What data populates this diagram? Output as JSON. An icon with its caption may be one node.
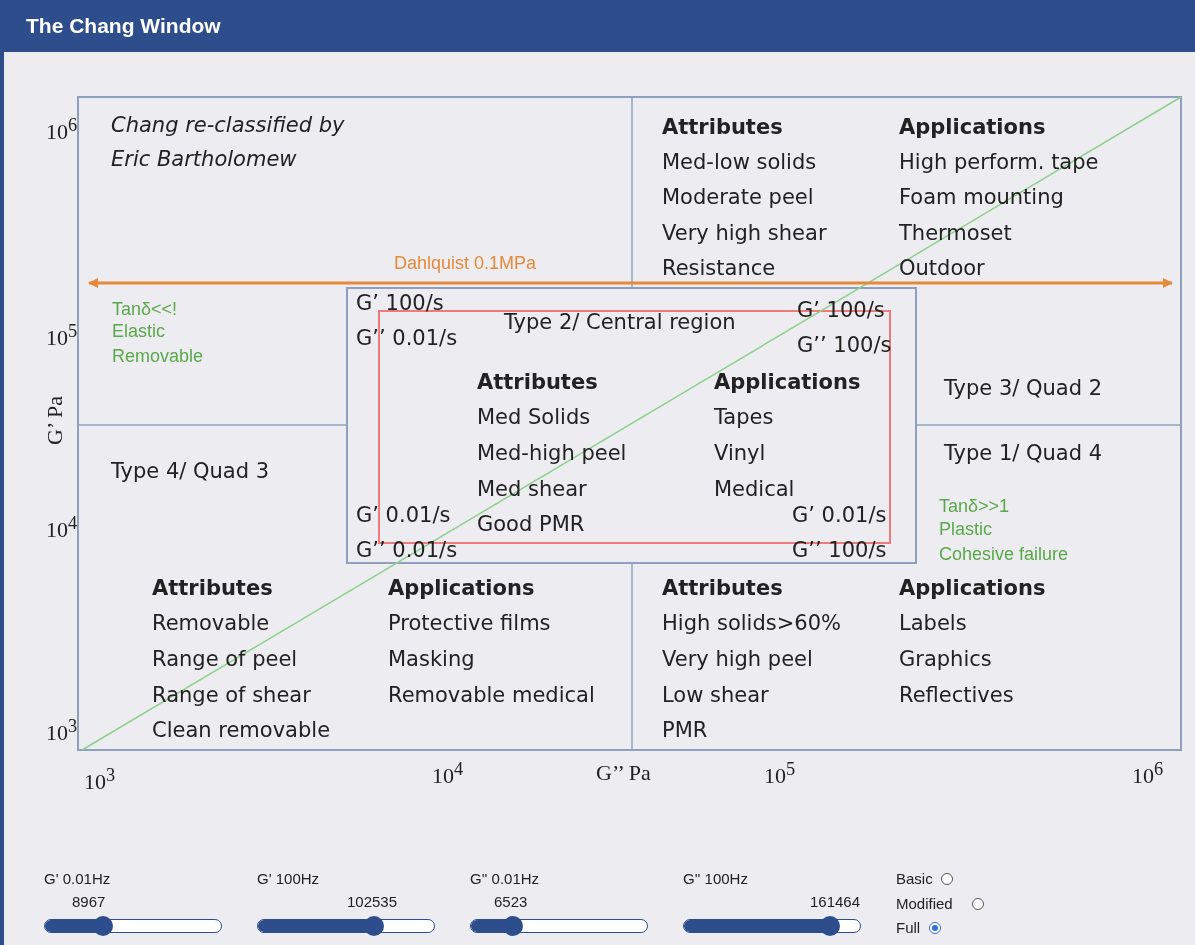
{
  "diagram": {
    "title": "The Chang Window",
    "labels": [
      "10$^{6}$",
      "10$^{5}$",
      "G’ Pa",
      "10$^{4}$",
      "10$^{3}$",
      "Chang re-classified by Eric Bartholomew",
      "Attributes",
      "Med-low solids",
      "Moderate peel",
      "Very high shear",
      "Resistance",
      "Applications",
      "High perform. tape",
      "Foam mounting",
      "Thermoset",
      "Outdoor",
      "Dahlquist 0.1MPa",
      "Tanδ<<!",
      "Elastic",
      "Removable",
      "G’ 100/s",
      "G’’ 0.01/s",
      "Type 2/ Central region",
      "G’ 100/s",
      "G’’ 100/s",
      "Attributes",
      "Med Solids",
      "Med-high peel",
      "Med shear",
      "Good PMR",
      "Applications",
      "Tapes",
      "Vinyl",
      "Medical",
      "Type 3/ Quad 2",
      "Type 1/ Quad 4",
      "Type 4/ Quad 3",
      "Tanδ>>1",
      "Plastic",
      "Cohesive failure",
      "G’ 0.01/s",
      "G’’ 0.01/s",
      "G’ 0.01/s",
      "G’’ 100/s",
      "Attributes",
      "Removable",
      "Range of peel",
      "Range of shear",
      "Clean removable",
      "Applications",
      "Protective films",
      "Masking",
      "Removable medical",
      "Attributes",
      "High solids>60%",
      "Very high peel",
      "Low shear",
      "PMR",
      "Applications",
      "Labels",
      "Graphics",
      "Reflectives",
      "10$^{3}$",
      "10$^{4}$",
      "G’’ Pa",
      "10$^{5}$",
      "10$^{6}$",
      "G' 0.01Hz",
      "8967",
      "G' 100Hz",
      "102535",
      "G'' 0.01Hz",
      "6523",
      "G'' 100Hz",
      "161464",
      "Basic",
      "Modified",
      "Full"
    ]
  }
}
